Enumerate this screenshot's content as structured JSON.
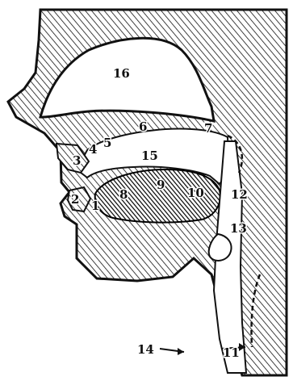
{
  "diagram": {
    "labels": {
      "l1": "1",
      "l2": "2",
      "l3": "3",
      "l4": "4",
      "l5": "5",
      "l6": "6",
      "l7": "7",
      "l8": "8",
      "l9": "9",
      "l10": "10",
      "l11": "11",
      "l12": "12",
      "l13": "13",
      "l14": "14",
      "l15": "15",
      "l16": "16"
    }
  }
}
